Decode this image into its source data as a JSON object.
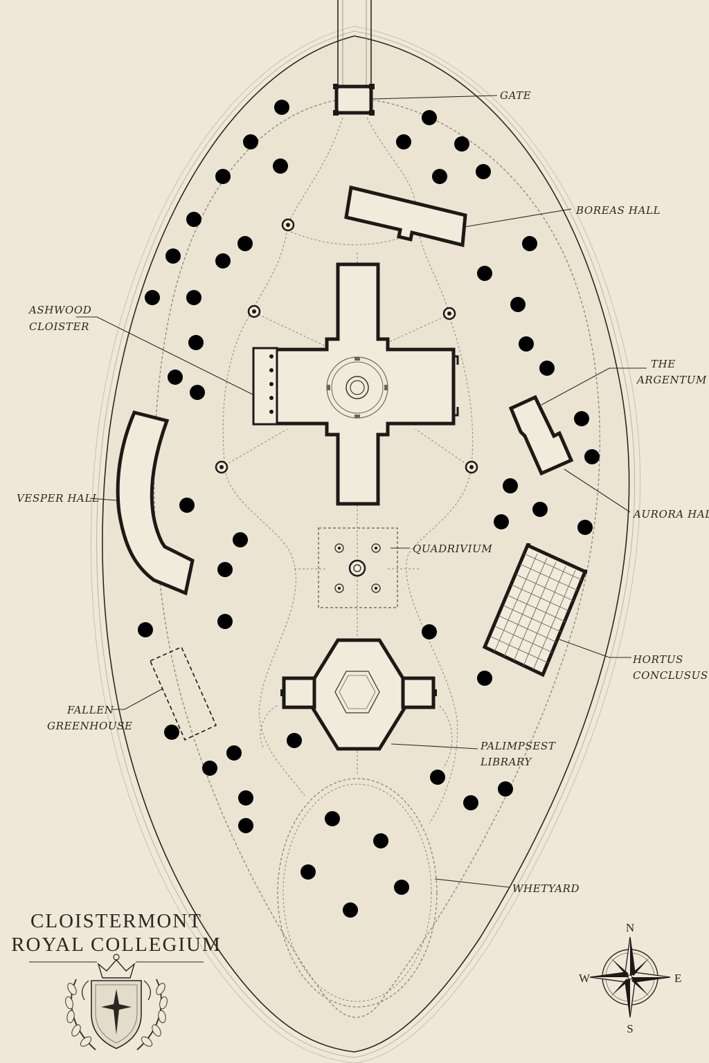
{
  "map": {
    "labels": {
      "gate": "GATE",
      "boreas": "BOREAS HALL",
      "ashwood_1": "ASHWOOD",
      "ashwood_2": "CLOISTER",
      "argentum_1": "THE",
      "argentum_2": "ARGENTUM",
      "vesper": "VESPER HALL",
      "aurora": "AURORA HALL",
      "quadrivium": "QUADRIVIUM",
      "hortus_1": "HORTUS",
      "hortus_2": "CONCLUSUS",
      "fallen_1": "FALLEN",
      "fallen_2": "GREENHOUSE",
      "palimpsest_1": "PALIMPSEST",
      "palimpsest_2": "LIBRARY",
      "whetyard": "WHETYARD"
    },
    "title": {
      "line1": "CLOISTERMONT",
      "line2": "ROYAL COLLEGIUM"
    },
    "compass": {
      "n": "N",
      "s": "S",
      "e": "E",
      "w": "W"
    },
    "colors": {
      "paper": "#efe8d8",
      "ink": "#1c1917",
      "path": "#8b847a"
    },
    "icons": [
      "crest-icon",
      "compass-rose-icon",
      "tree-icon"
    ]
  }
}
